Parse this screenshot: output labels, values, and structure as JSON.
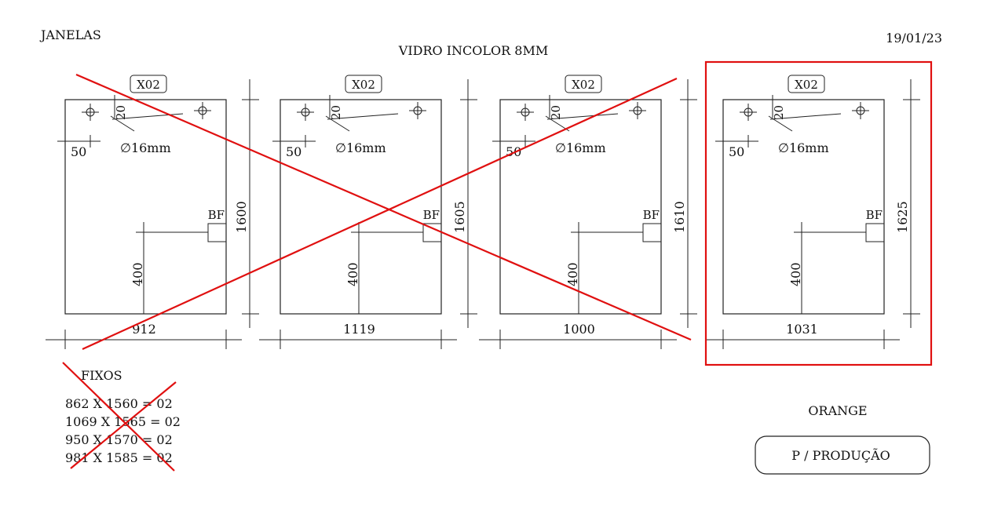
{
  "header": {
    "title": "JANELAS",
    "date": "19/01/23",
    "glass": "VIDRO INCOLOR 8MM"
  },
  "panels": [
    {
      "tag": "X02",
      "hole_offset_x": "50",
      "hole_offset_y": "20",
      "hole_diameter": "∅16mm",
      "lock_label": "BF",
      "lock_height": "400",
      "height": "1600",
      "width": "912",
      "crossed_out": true,
      "highlighted": false
    },
    {
      "tag": "X02",
      "hole_offset_x": "50",
      "hole_offset_y": "20",
      "hole_diameter": "∅16mm",
      "lock_label": "BF",
      "lock_height": "400",
      "height": "1605",
      "width": "1119",
      "crossed_out": true,
      "highlighted": false
    },
    {
      "tag": "X02",
      "hole_offset_x": "50",
      "hole_offset_y": "20",
      "hole_diameter": "∅16mm",
      "lock_label": "BF",
      "lock_height": "400",
      "height": "1610",
      "width": "1000",
      "crossed_out": true,
      "highlighted": false
    },
    {
      "tag": "X02",
      "hole_offset_x": "50",
      "hole_offset_y": "20",
      "hole_diameter": "∅16mm",
      "lock_label": "BF",
      "lock_height": "400",
      "height": "1625",
      "width": "1031",
      "crossed_out": false,
      "highlighted": true
    }
  ],
  "fixos": {
    "title": "FIXOS",
    "items": [
      "862 X 1560 = 02",
      "1069 X 1565 = 02",
      "950 X 1570 = 02",
      "981 X 1585 = 02"
    ],
    "crossed_out": true
  },
  "client": "ORANGE",
  "status_button": "P / PRODUÇÃO",
  "colors": {
    "ink": "#222222",
    "annotation": "#e01010",
    "background": "#ffffff"
  }
}
